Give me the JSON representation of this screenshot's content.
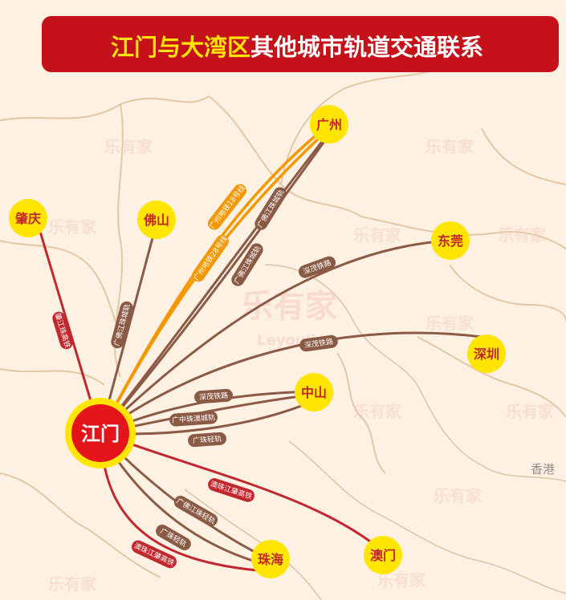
{
  "title": {
    "part1": "江门与大湾区",
    "part2": "其他城市轨道交通联系"
  },
  "watermark": {
    "brand": "乐有家",
    "sub": "Leyoujia"
  },
  "hub_city": "江门",
  "cities": {
    "guangzhou": "广州",
    "zhaoqing": "肇庆",
    "foshan": "佛山",
    "dongguan": "东莞",
    "shenzhen": "深圳",
    "zhongshan": "中山",
    "zhuhai": "珠海",
    "macau": "澳门",
    "hongkong": "香港"
  },
  "lines": {
    "zhaoqing_rail": "肇江珠高铁",
    "guangfo_rail": "广佛江珠城轨",
    "guangzhou_metro18": "广州地铁18号线",
    "guangzhou_metro28": "广州地铁28号线",
    "guangfo_rail_gz": "广佛江珠城轨",
    "guangfo_rail_gz2": "广佛江珠城轨",
    "shenmao_dongguan": "深茂铁路",
    "shenmao_shenzhen": "深茂铁路",
    "shenmao_zhongshan": "深茂铁路",
    "guangzhong_rail": "广中珠澳城轨",
    "guangzhu_light": "广珠轻轨",
    "aozhujiang_macau": "澳珠江肇高铁",
    "guangfo_zhuhai": "广佛江珠轻轨",
    "guangzhu_zhuhai": "广珠轻轨",
    "aozhujiang_zhuhai": "澳珠江肇高铁"
  },
  "colors": {
    "title_bg": "#c5121a",
    "title_text_1": "#ffe500",
    "title_text_2": "#ffffff",
    "background": "#fdf1e4",
    "boundary": "#e3c8a5",
    "hub_fill": "#e4141b",
    "city_fill": "#ffe500",
    "red_line": "#c1272d",
    "orange_line": "#f39800",
    "brown_line": "#8b5a45"
  }
}
